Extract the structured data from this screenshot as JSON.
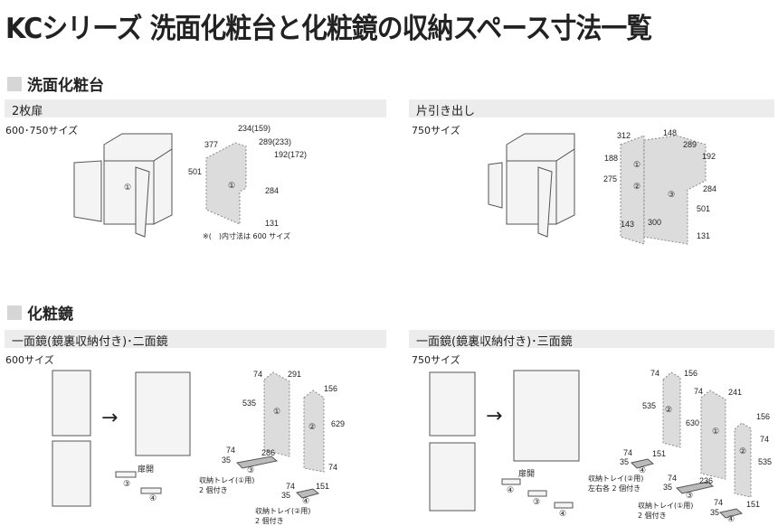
{
  "title": "KCシリーズ 洗面化粧台と化粧鏡の収納スペース寸法一覧",
  "vanity": {
    "heading": "洗面化粧台",
    "left": {
      "bar": "2枚扉",
      "size": "600･750サイズ",
      "dims": [
        "377",
        "234(159)",
        "289(233)",
        "192(172)",
        "501",
        "①",
        "284",
        "131"
      ],
      "note": "※(　)内寸法は 600 サイズ"
    },
    "right": {
      "bar": "片引き出し",
      "size": "750サイズ",
      "dims": [
        "312",
        "148",
        "289",
        "192",
        "188",
        "275",
        "①",
        "②",
        "③",
        "284",
        "501",
        "143",
        "300",
        "131"
      ]
    }
  },
  "mirror": {
    "heading": "化粧鏡",
    "left": {
      "bar": "一面鏡(鏡裏収納付き)･二面鏡",
      "size": "600サイズ",
      "arrow": "→",
      "door_open": "扉開",
      "door_marks": [
        "③",
        "④"
      ],
      "dims": [
        "74",
        "291",
        "535",
        "①",
        "156",
        "629",
        "②",
        "74"
      ],
      "tray1": {
        "dims": [
          "74",
          "35",
          "286",
          "③"
        ],
        "label": "収納トレイ(①用)",
        "count": "2 個付き"
      },
      "tray2": {
        "dims": [
          "74",
          "35",
          "151",
          "④"
        ],
        "label": "収納トレイ(②用)",
        "count": "2 個付き"
      }
    },
    "right": {
      "bar": "一面鏡(鏡裏収納付き)･三面鏡",
      "size": "750サイズ",
      "arrow": "→",
      "door_open": "扉開",
      "door_marks": [
        "④",
        "③",
        "④"
      ],
      "dims": [
        "74",
        "156",
        "535",
        "②",
        "74",
        "241",
        "630",
        "①",
        "156",
        "74",
        "②",
        "535"
      ],
      "tray1": {
        "dims": [
          "74",
          "35",
          "151",
          "④"
        ],
        "label": "収納トレイ(②用)",
        "count": "左右各 2 個付き"
      },
      "tray2": {
        "dims": [
          "74",
          "35",
          "236",
          "③"
        ],
        "label": "収納トレイ(①用)",
        "count": "2 個付き"
      },
      "tray3": {
        "dims": [
          "74",
          "35",
          "151",
          "④"
        ]
      }
    }
  },
  "colors": {
    "box": "#dcdcdc",
    "bar": "#ececec"
  }
}
